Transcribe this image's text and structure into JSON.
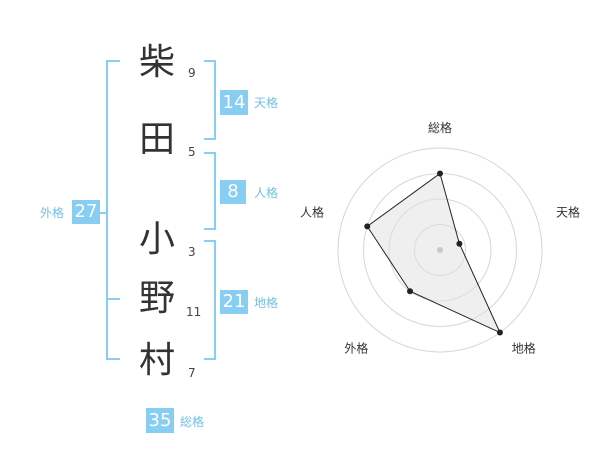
{
  "name": {
    "chars": [
      {
        "char": "柴",
        "strokes": "9"
      },
      {
        "char": "田",
        "strokes": "5"
      },
      {
        "char": "小",
        "strokes": "3"
      },
      {
        "char": "野",
        "strokes": "11"
      },
      {
        "char": "村",
        "strokes": "7"
      }
    ]
  },
  "kakusu": {
    "tenkaku": {
      "label": "天格",
      "value": "14"
    },
    "jinkaku": {
      "label": "人格",
      "value": "8"
    },
    "chikaku": {
      "label": "地格",
      "value": "21"
    },
    "gaikaku": {
      "label": "外格",
      "value": "27"
    },
    "soukaku": {
      "label": "総格",
      "value": "35"
    }
  },
  "colors": {
    "accent": "#88cdf2",
    "accent_text": "#72bfe8",
    "badge_text": "#ffffff"
  },
  "chart_data": {
    "type": "radar",
    "axes": [
      "総格",
      "天格",
      "地格",
      "外格",
      "人格"
    ],
    "range": [
      0,
      4
    ],
    "rings": 4,
    "values": [
      3,
      0.8,
      4,
      2,
      3
    ],
    "fill": "#efefef",
    "stroke": "#222222"
  }
}
